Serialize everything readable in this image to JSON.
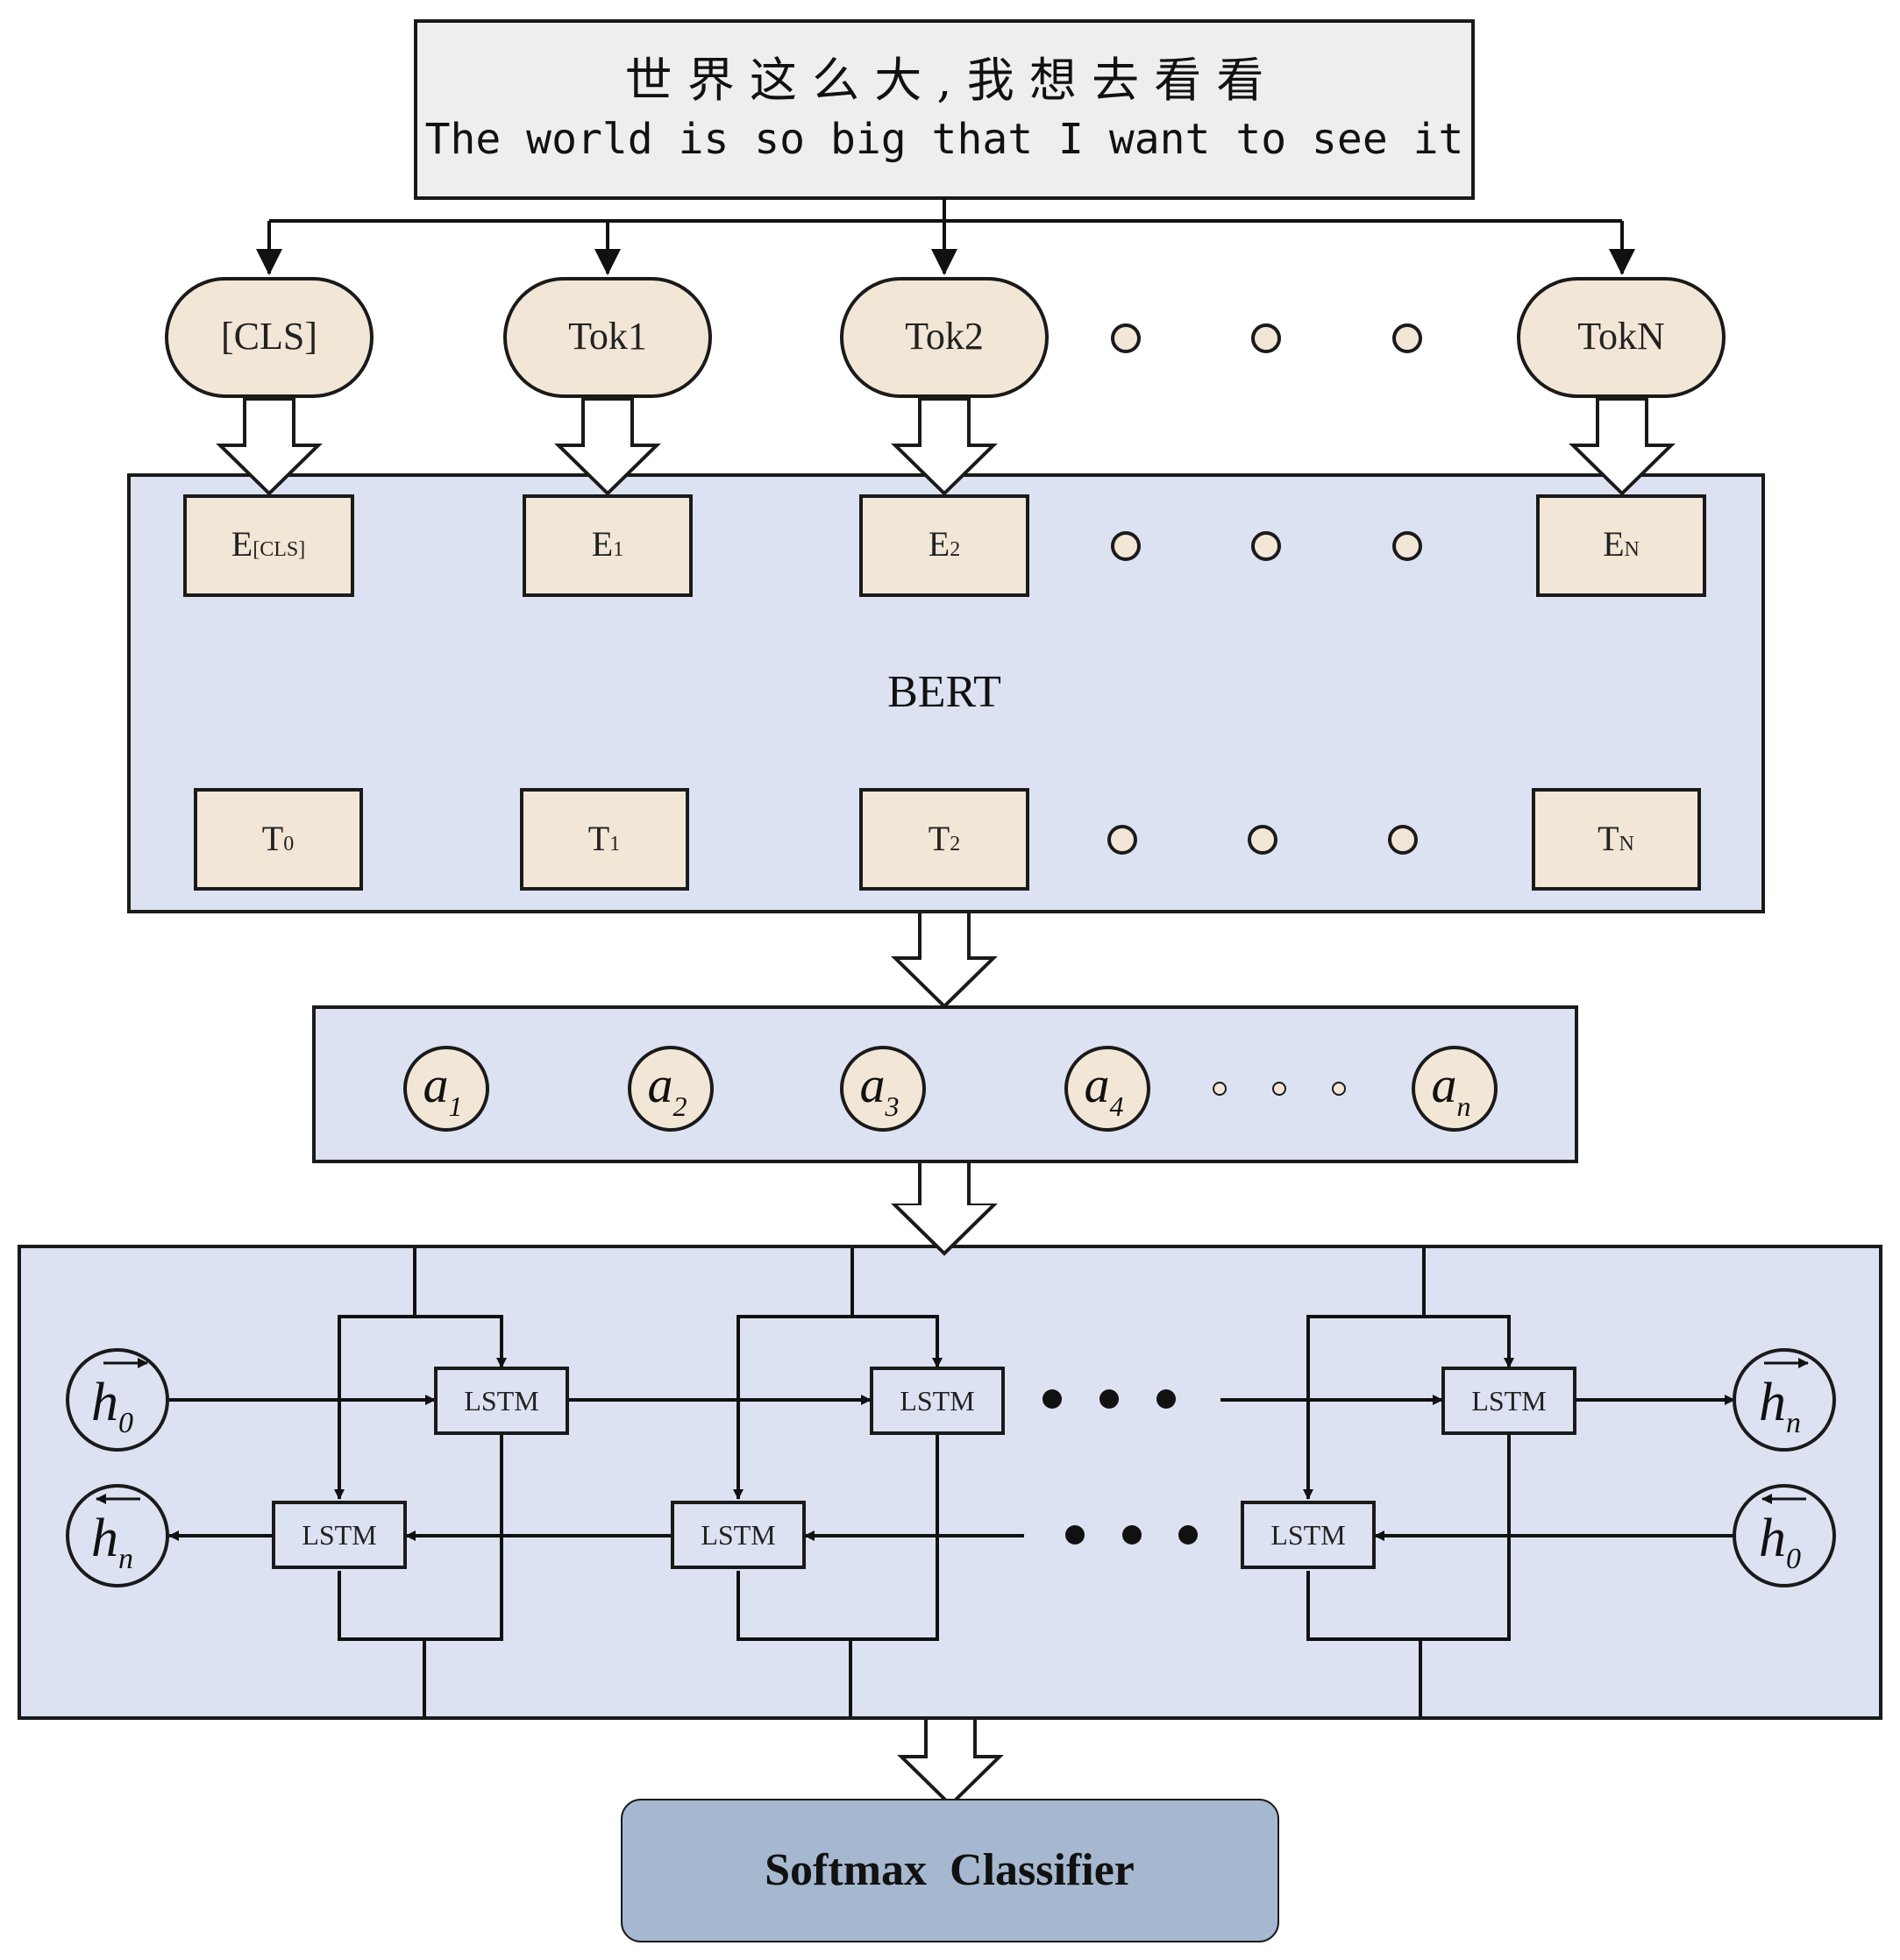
{
  "input": {
    "chinese": "世 界 这 么 大 , 我 想 去 看 看",
    "english": "The world is so big that I want to see it"
  },
  "tokens": [
    "[CLS]",
    "Tok1",
    "Tok2",
    "TokN"
  ],
  "embeddings": [
    {
      "main": "E",
      "sub": "[CLS]"
    },
    {
      "main": "E",
      "sub": "1"
    },
    {
      "main": "E",
      "sub": "2"
    },
    {
      "main": "E",
      "sub": "N"
    }
  ],
  "bert_label": "BERT",
  "outputs": [
    {
      "main": "T",
      "sub": "0"
    },
    {
      "main": "T",
      "sub": "1"
    },
    {
      "main": "T",
      "sub": "2"
    },
    {
      "main": "T",
      "sub": "N"
    }
  ],
  "features": [
    {
      "main": "a",
      "sub": "1"
    },
    {
      "main": "a",
      "sub": "2"
    },
    {
      "main": "a",
      "sub": "3"
    },
    {
      "main": "a",
      "sub": "4"
    },
    {
      "main": "a",
      "sub": "n"
    }
  ],
  "bilstm": {
    "cell_label": "LSTM",
    "forward_start": {
      "main": "h",
      "sub": "0"
    },
    "forward_end": {
      "main": "h",
      "sub": "n"
    },
    "backward_start": {
      "main": "h",
      "sub": "0"
    },
    "backward_end": {
      "main": "h",
      "sub": "n"
    }
  },
  "classifier": "Softmax  Classifier",
  "colors": {
    "token_fill": "#f2e6d6",
    "panel_fill": "#dce2f2",
    "input_fill": "#eeeeee",
    "classifier_fill": "#a5b8cf",
    "stroke": "#1a1a1a"
  }
}
